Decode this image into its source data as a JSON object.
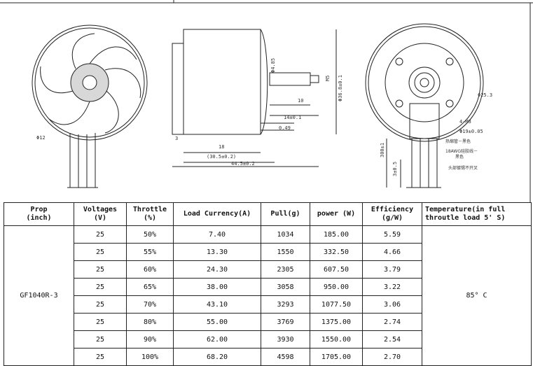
{
  "drawing": {
    "dimensions": {
      "phi12": "Φ12",
      "phi485": "Φ4.85",
      "m5": "M5",
      "phi368": "Φ36.8±0.1",
      "d10": "10",
      "d14": "14±0.1",
      "d049": "0.49",
      "d3": "3",
      "d18": "18",
      "d305": "(30.5±0.2)",
      "d445": "44.5±0.2",
      "phi253": "Φ25.3",
      "m3": "4-M3",
      "phi19": "Φ19±0.05",
      "d300": "300±1",
      "d35": "3±0.5",
      "note1": "热缩管－黑色",
      "note2": "18AWG硅胶线－",
      "note3": "黑色",
      "note4": "头部镀锡不开叉"
    }
  },
  "table": {
    "headers": [
      "Prop\n(inch)",
      "Voltages\n(V)",
      "Throttle\n(%)",
      "Load Currency(A)",
      "Pull(g)",
      "power (W)",
      "Efficiency\n(g/W)",
      "Temperature(in full\nthroutle load 5' S)"
    ],
    "prop": "GF1040R-3",
    "temperature": "85° C",
    "rows": [
      {
        "voltage": "25",
        "throttle": "50%",
        "current": "7.40",
        "pull": "1034",
        "power": "185.00",
        "efficiency": "5.59"
      },
      {
        "voltage": "25",
        "throttle": "55%",
        "current": "13.30",
        "pull": "1550",
        "power": "332.50",
        "efficiency": "4.66"
      },
      {
        "voltage": "25",
        "throttle": "60%",
        "current": "24.30",
        "pull": "2305",
        "power": "607.50",
        "efficiency": "3.79"
      },
      {
        "voltage": "25",
        "throttle": "65%",
        "current": "38.00",
        "pull": "3058",
        "power": "950.00",
        "efficiency": "3.22"
      },
      {
        "voltage": "25",
        "throttle": "70%",
        "current": "43.10",
        "pull": "3293",
        "power": "1077.50",
        "efficiency": "3.06"
      },
      {
        "voltage": "25",
        "throttle": "80%",
        "current": "55.00",
        "pull": "3769",
        "power": "1375.00",
        "efficiency": "2.74"
      },
      {
        "voltage": "25",
        "throttle": "90%",
        "current": "62.00",
        "pull": "3930",
        "power": "1550.00",
        "efficiency": "2.54"
      },
      {
        "voltage": "25",
        "throttle": "100%",
        "current": "68.20",
        "pull": "4598",
        "power": "1705.00",
        "efficiency": "2.70"
      }
    ]
  }
}
